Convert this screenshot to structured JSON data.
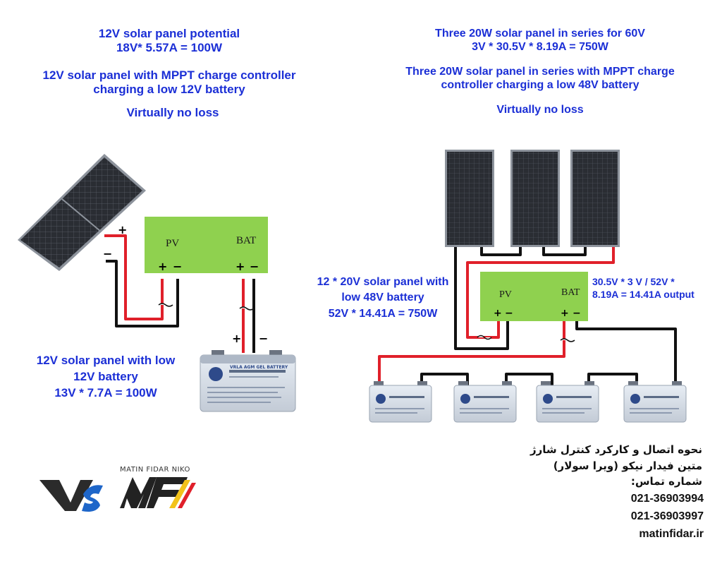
{
  "left": {
    "title_line1": "12V solar panel potential",
    "title_line2": "18V* 5.57A = 100W",
    "mppt_line1": "12V solar panel with MPPT charge controller",
    "mppt_line2": "charging a low 12V battery",
    "no_loss": "Virtually no loss",
    "pwm_line1": "12V solar panel with low",
    "pwm_line2": "12V battery",
    "pwm_line3": "13V * 7.7A = 100W",
    "controller_pv": "PV",
    "controller_bat": "BAT",
    "battery_label": "VRLA AGM GEL BATTERY"
  },
  "right": {
    "title_line1": "Three 20W solar panel in series for 60V",
    "title_line2": "3V *  30.5V * 8.19A = 750W",
    "mppt_line1": "Three 20W solar panel in series with MPPT charge",
    "mppt_line2": "controller  charging a low 48V battery",
    "no_loss": "Virtually no loss",
    "pwm_line1": "12 * 20V solar panel with",
    "pwm_line2": "low 48V battery",
    "pwm_line3": "52V * 14.41A = 750W",
    "output_line1": "30.5V * 3 V / 52V *",
    "output_line2": "8.19A = 14.41A output",
    "controller_pv": "PV",
    "controller_bat": "BAT"
  },
  "signs": {
    "plus": "+",
    "minus": "−"
  },
  "persian": {
    "line1": "نحوه اتصال و کارکرد کنترل شارژ",
    "line2": "متین فیدار نیکو (ویرا سولار)",
    "line3": "شماره تماس:"
  },
  "contact": {
    "phone1": "021-36903994",
    "phone2": "021-36903997",
    "website": "matinfidar.ir"
  },
  "logos": {
    "vs_text": "VS",
    "mfn_caption": "MATIN FIDAR NIKO"
  },
  "colors": {
    "text_blue": "#1b2fd6",
    "controller_green": "#8fd14f",
    "wire_red": "#e0202a",
    "wire_black": "#111111",
    "panel_dark": "#1f2228"
  }
}
